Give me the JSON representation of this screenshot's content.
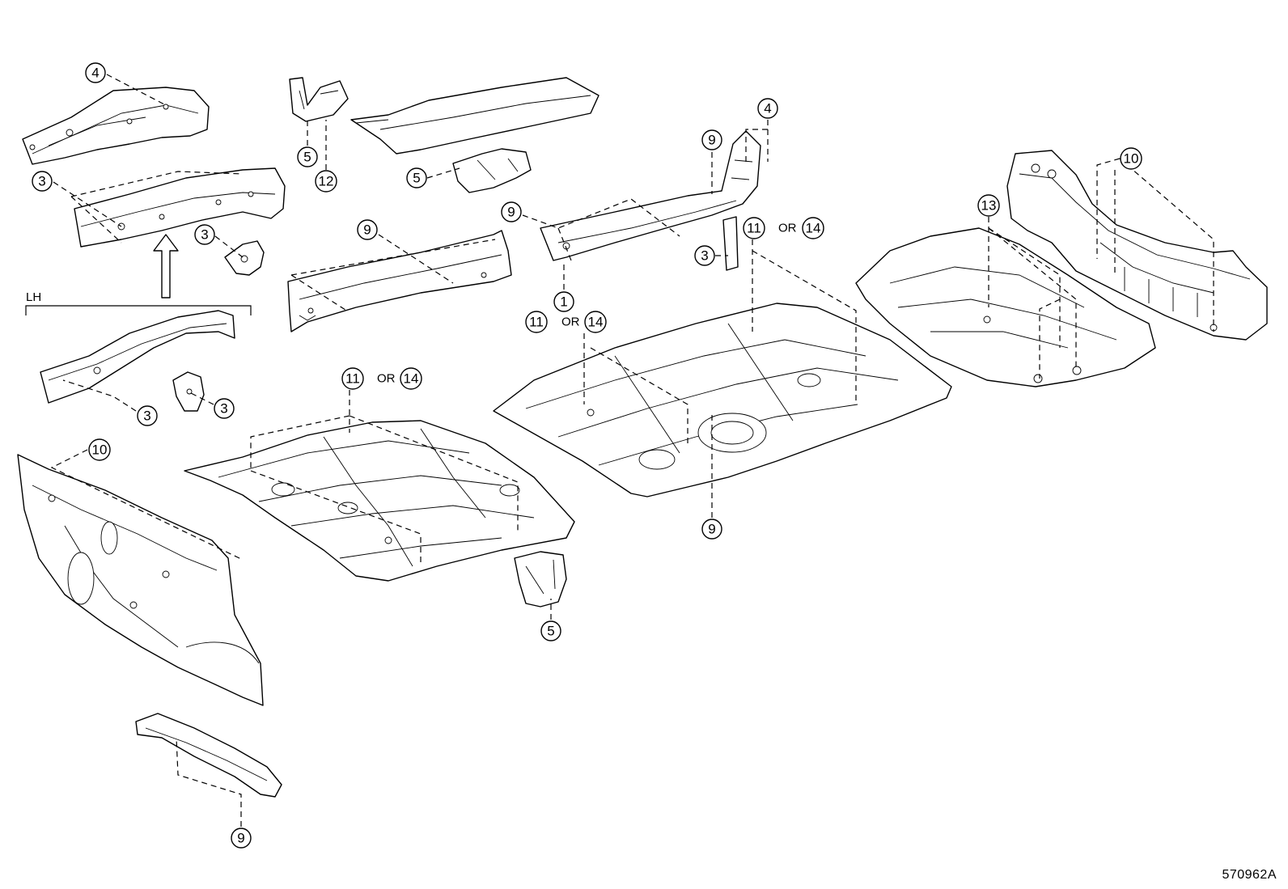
{
  "diagram_id": "570962A",
  "group_label": "LH",
  "or_word": "OR",
  "callouts": {
    "c1": "4",
    "c2": "3",
    "c3": "3",
    "c4": "3",
    "c5": "3",
    "c6": "10",
    "c7": "9",
    "c8": "5",
    "c9": "12",
    "c10": "5",
    "c11": "9",
    "c12": "9",
    "c13": "1",
    "c14": "9",
    "c15": "4",
    "c16": "3",
    "c17": "11",
    "c18": "14",
    "c19": "11",
    "c20": "14",
    "c21": "11",
    "c22": "14",
    "c23": "5",
    "c24": "9",
    "c25": "13",
    "c26": "10"
  }
}
